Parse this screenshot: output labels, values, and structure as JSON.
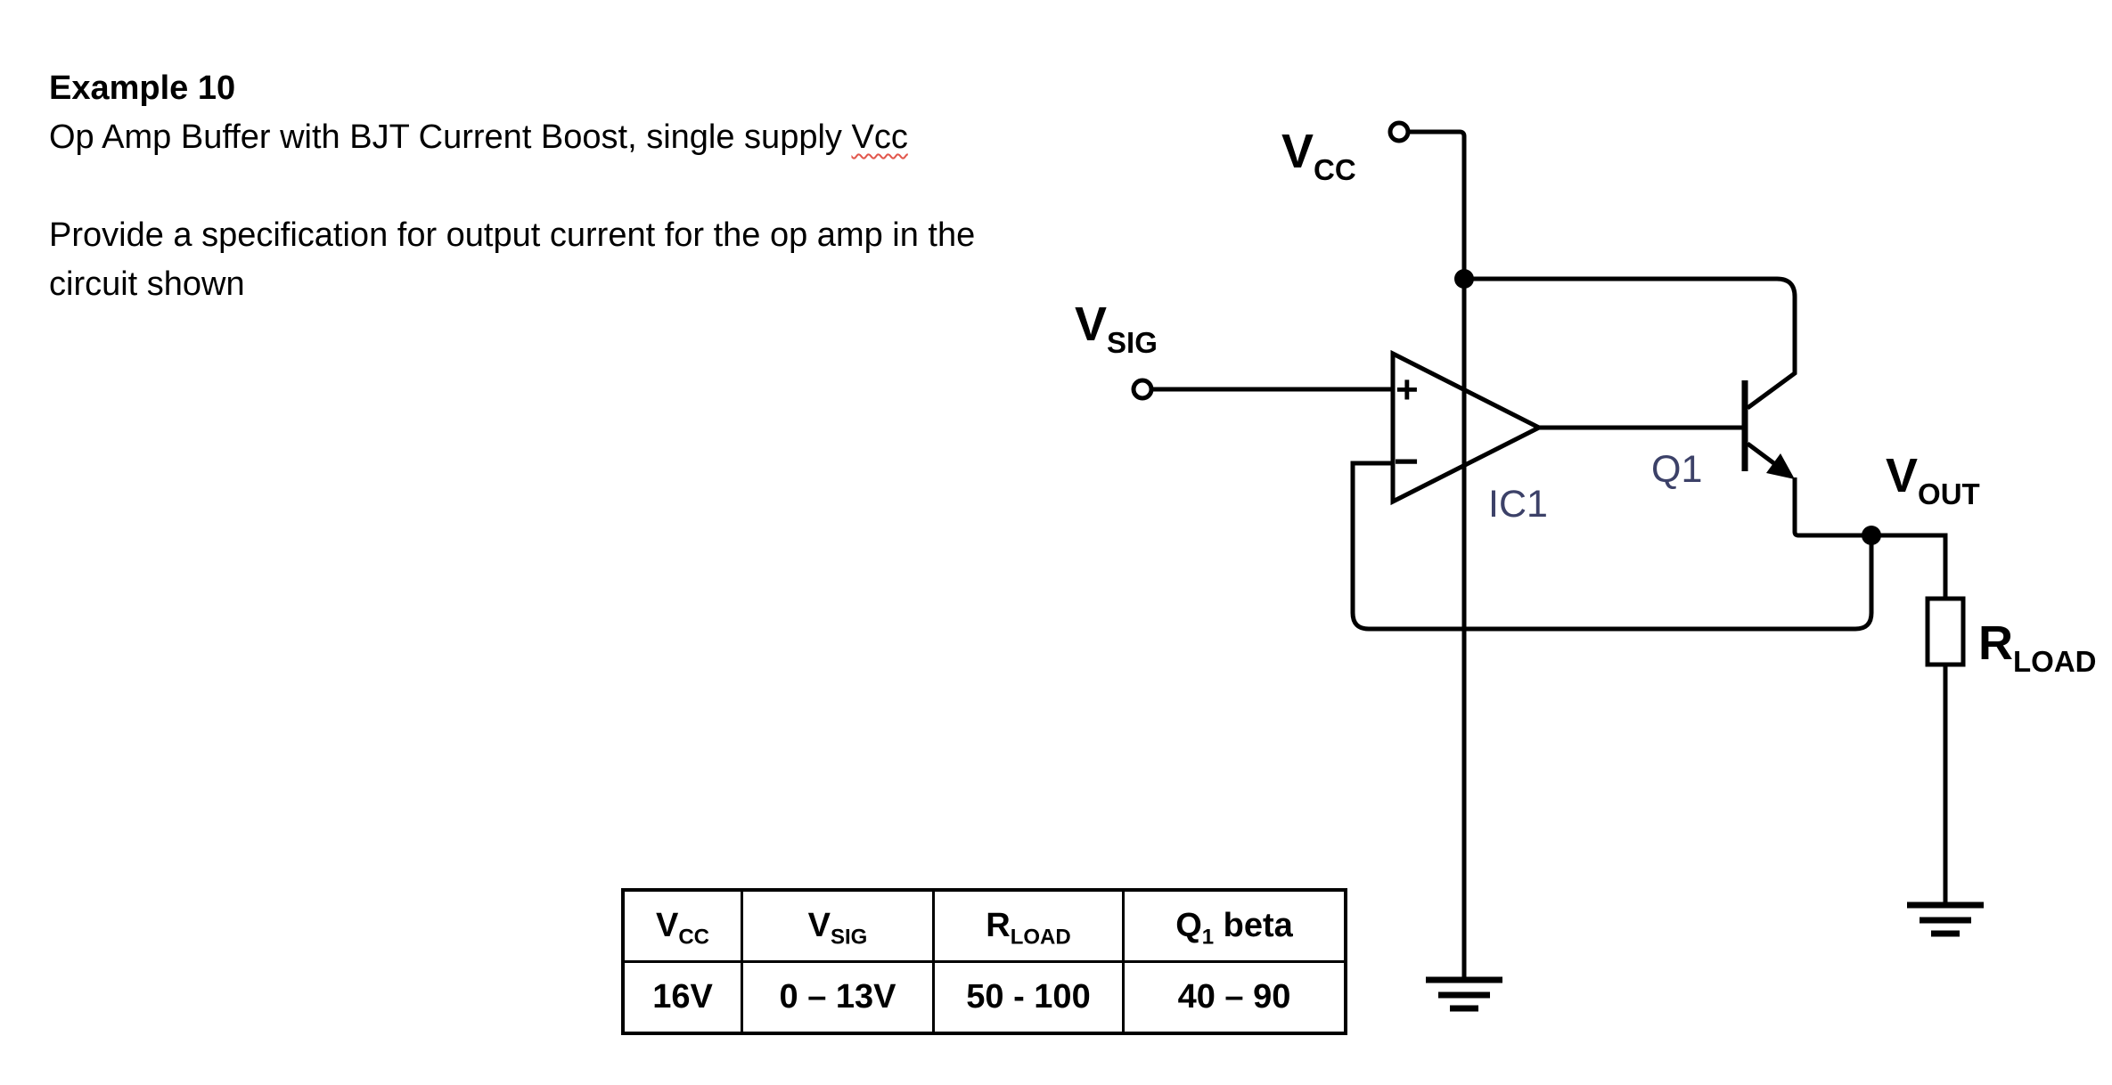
{
  "header": {
    "title": "Example 10",
    "subtitle_before": "Op Amp Buffer with BJT Current Boost, single supply ",
    "subtitle_flagged": "Vcc",
    "prompt_line1": "Provide a specification for output current for the op amp in the",
    "prompt_line2": "circuit shown"
  },
  "table": {
    "headers": [
      {
        "main": "V",
        "sub": "CC",
        "suffix": ""
      },
      {
        "main": "V",
        "sub": "SIG",
        "suffix": ""
      },
      {
        "main": "R",
        "sub": "LOAD",
        "suffix": ""
      },
      {
        "main": "Q",
        "sub": "1",
        "suffix": " beta"
      }
    ],
    "values": [
      "16V",
      "0 – 13V",
      "50 - 100",
      "40 – 90"
    ]
  },
  "circuit": {
    "vcc": {
      "main": "V",
      "sub": "CC"
    },
    "vsig": {
      "main": "V",
      "sub": "SIG"
    },
    "vout": {
      "main": "V",
      "sub": "OUT"
    },
    "rload": {
      "main": "R",
      "sub": "LOAD"
    },
    "opamp_label": "IC1",
    "transistor_label": "Q1",
    "plus_sign": "+",
    "minus_sign": "−"
  },
  "colors": {
    "line": "#000000",
    "component_label": "#3c4168",
    "spellcheck_squiggle": "#e2574c"
  }
}
